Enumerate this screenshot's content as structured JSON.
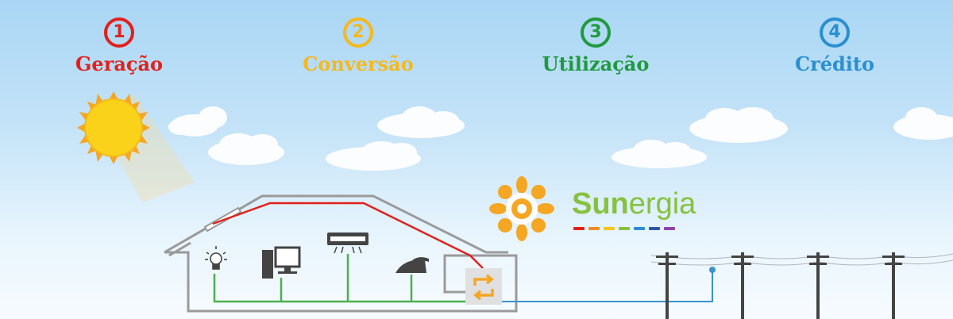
{
  "steps": [
    {
      "number": "1",
      "label": "Geração",
      "color": "#e2211c"
    },
    {
      "number": "2",
      "label": "Conversão",
      "color": "#f6b81b"
    },
    {
      "number": "3",
      "label": "Utilização",
      "color": "#1f9a3e"
    },
    {
      "number": "4",
      "label": "Crédito",
      "color": "#2a8fd0"
    }
  ],
  "brand": {
    "part1": "Sun",
    "part2": "ergia",
    "accent": "#f5a623",
    "text_color": "#86c23f"
  },
  "brand_bar_colors": [
    "#e2211c",
    "#f08a24",
    "#f6c51b",
    "#86c23f",
    "#2a8fd0",
    "#3455a4",
    "#8e44ad"
  ],
  "icons": [
    "sun-icon",
    "lightbulb-icon",
    "computer-icon",
    "air-conditioner-icon",
    "iron-icon",
    "inverter-icon",
    "power-pole-icon"
  ],
  "colors": {
    "house": "#9a9a9a",
    "solar_wire": "#e2211c",
    "home_wire": "#4caf50",
    "grid_wire": "#3a93c9"
  }
}
